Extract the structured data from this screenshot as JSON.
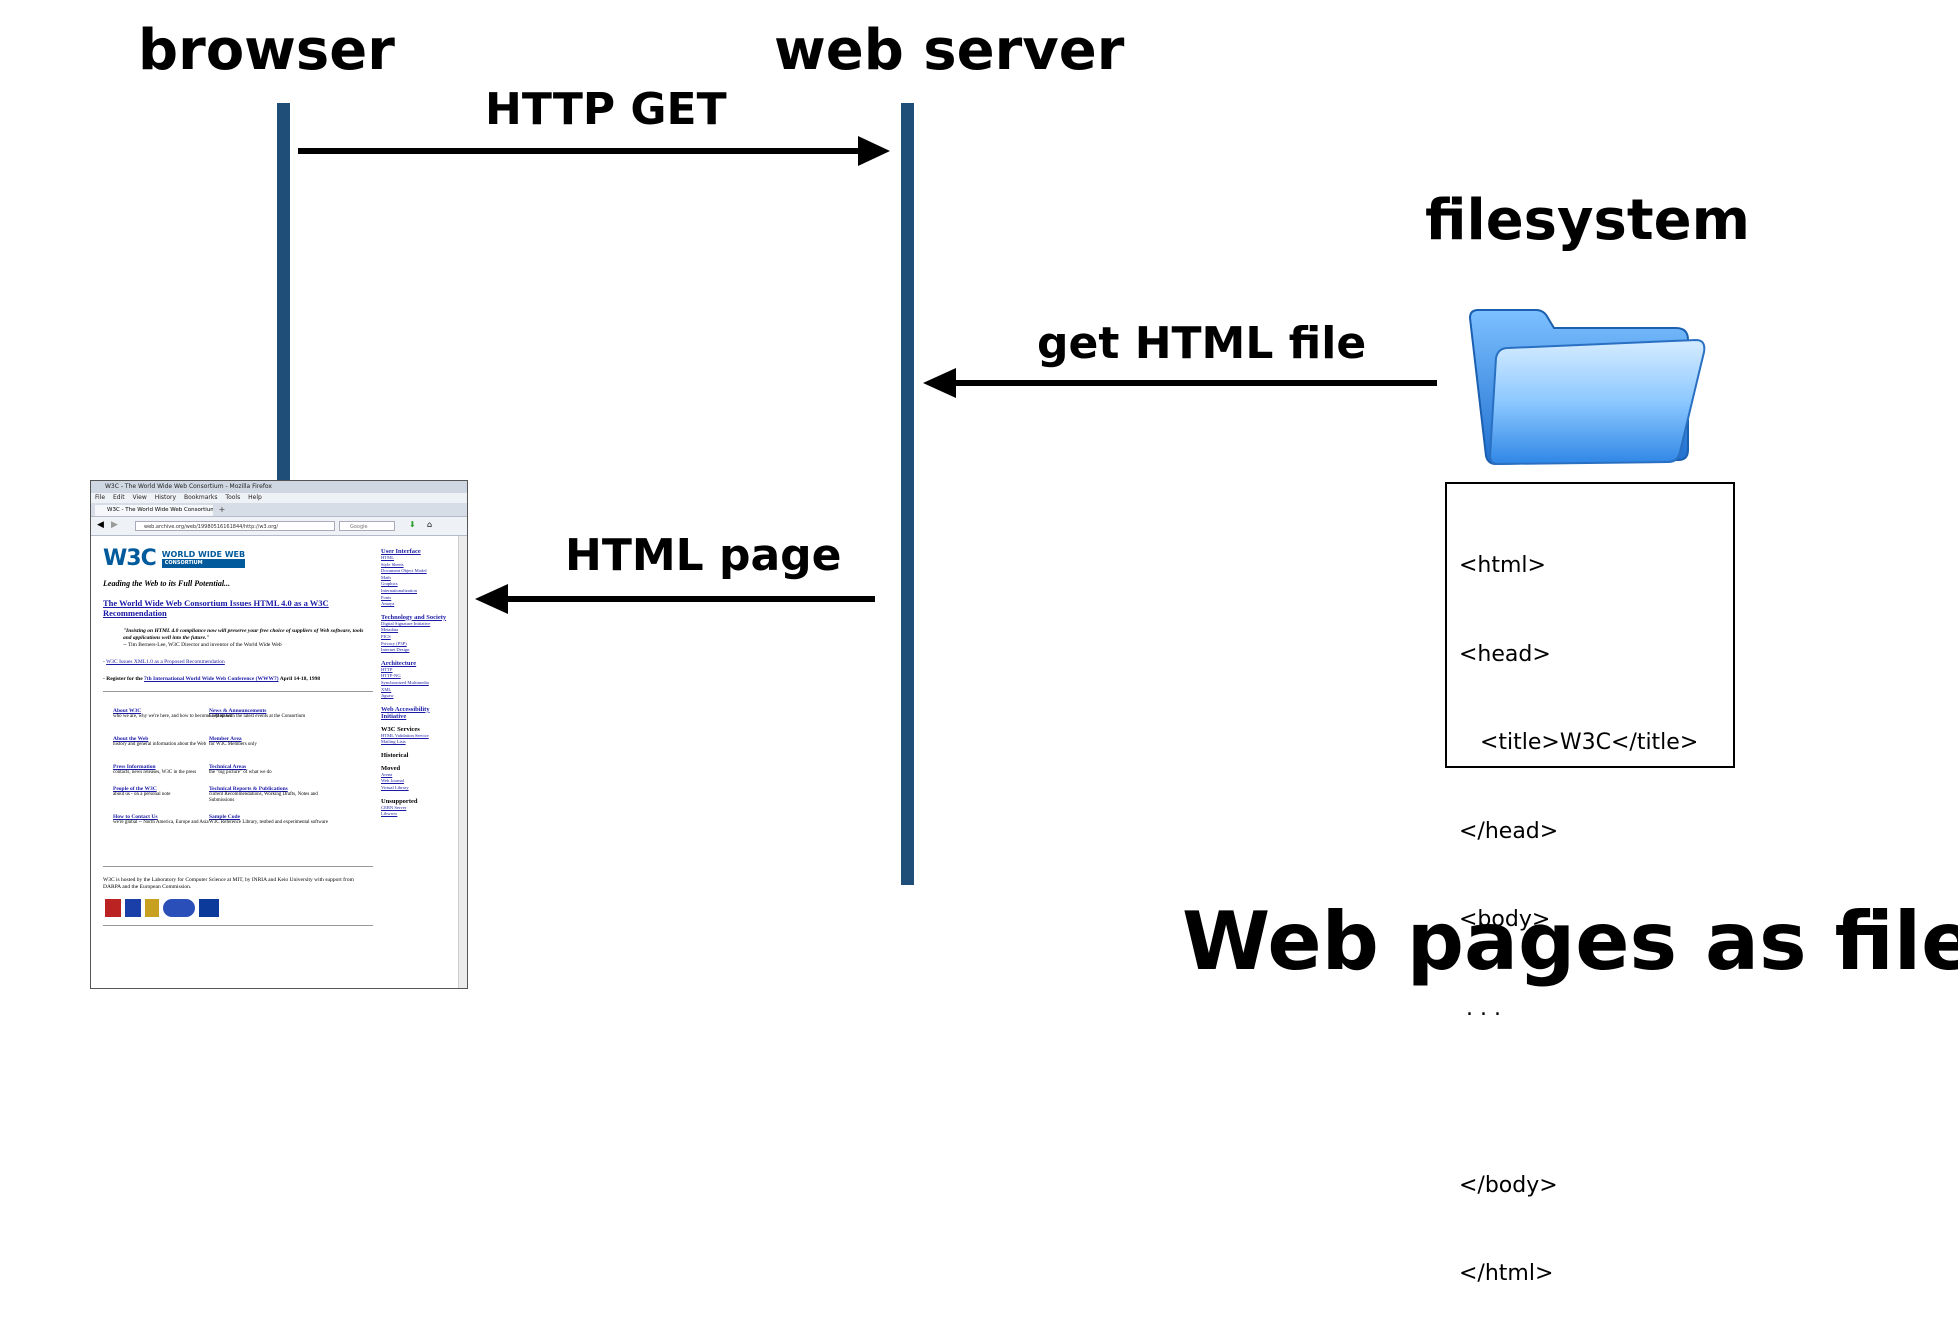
{
  "labels": {
    "browser": "browser",
    "web_server": "web server",
    "filesystem": "filesystem",
    "http_get": "HTTP GET",
    "get_html_file": "get HTML file",
    "html_page": "HTML page",
    "slide_title": "Web pages as files"
  },
  "html_file_lines": [
    "<html>",
    "<head>",
    "   <title>W3C</title>",
    "</head>",
    "<body>",
    " . . .",
    "",
    "</body>",
    "</html>"
  ],
  "colors": {
    "lifeline": "#1f4e79",
    "folder_light": "#9dd3ff",
    "folder_dark": "#2b7fd6"
  },
  "icons": {
    "folder": "folder-icon"
  },
  "browser_screenshot": {
    "window_title": "W3C - The World Wide Web Consortium - Mozilla Firefox",
    "menu": [
      "File",
      "Edit",
      "View",
      "History",
      "Bookmarks",
      "Tools",
      "Help"
    ],
    "tab_title": "W3C - The World Wide Web Consortium",
    "url": "web.archive.org/web/19980516161844/http://w3.org/",
    "search_placeholder": "Google",
    "logo_text": "W3C",
    "logo_line1": "WORLD WIDE WEB",
    "logo_line2": "CONSORTIUM",
    "tagline": "Leading the Web to its Full Potential...",
    "headline": "The World Wide Web Consortium Issues HTML 4.0 as a W3C Recommendation",
    "quote": "\"Insisting on HTML 4.0 compliance now will preserve your free choice of suppliers of Web software, tools and applications well into the future.\"",
    "quote_attrib": "-- Tim Berners-Lee, W3C Director and inventor of the World Wide Web",
    "news1": "W3C Issues XML1.0 as a Proposed Recommendation",
    "news2_prefix": "Register for the",
    "news2_link": "7th International World Wide Web Conference (WWW7)",
    "news2_suffix": "April 14-18, 1998",
    "grid": [
      {
        "title": "About W3C",
        "desc": "who we are, why we're here, and how to become a Member"
      },
      {
        "title": "News & Announcements",
        "desc": "keep up with the latest events at the Consortium"
      },
      {
        "title": "About the Web",
        "desc": "history and general information about the Web"
      },
      {
        "title": "Member Area",
        "desc": "for W3C Members only"
      },
      {
        "title": "Press Information",
        "desc": "contacts, news releases, W3C in the press"
      },
      {
        "title": "Technical Areas",
        "desc": "the \"big picture\" of what we do"
      },
      {
        "title": "People of the W3C",
        "desc": "about us - on a personal note"
      },
      {
        "title": "Technical Reports & Publications",
        "desc": "current Recommendations, Working Drafts, Notes and Submissions"
      },
      {
        "title": "How to Contact Us",
        "desc": "we're global -- North America, Europe and Asia"
      },
      {
        "title": "Sample Code",
        "desc": "W3C Reference Library, testbed and experimental software"
      }
    ],
    "footer": "W3C is hosted by the Laboratory for Computer Science at MIT, by INRIA and Keio University with support from DARPA and the European Commission.",
    "sidebar": [
      {
        "heading": "User Interface",
        "links": [
          "HTML",
          "Style Sheets",
          "Document Object Model",
          "Math",
          "Graphics",
          "Internationalization",
          "Fonts",
          "Amaya"
        ]
      },
      {
        "heading": "Technology and Society",
        "links": [
          "Digital Signature Initiative",
          "Metadata",
          "PICS",
          "Privacy (P3P)",
          "Internet Design"
        ]
      },
      {
        "heading": "Architecture",
        "links": [
          "HTTP",
          "HTTP-NG",
          "Synchronized Multimedia",
          "XML",
          "Jigsaw"
        ]
      },
      {
        "heading": "Web Accessibility Initiative",
        "links": []
      },
      {
        "heading_plain": "W3C Services",
        "links": [
          "HTML Validation Service",
          "Mailing Lists"
        ]
      },
      {
        "heading_plain": "Historical",
        "links": []
      },
      {
        "heading_plain": "Moved",
        "links": [
          "Arena",
          "Web Journal",
          "Virtual Library"
        ]
      },
      {
        "heading_plain": "Unsupported",
        "links": [
          "CERN Server",
          "Libwww"
        ]
      }
    ]
  }
}
